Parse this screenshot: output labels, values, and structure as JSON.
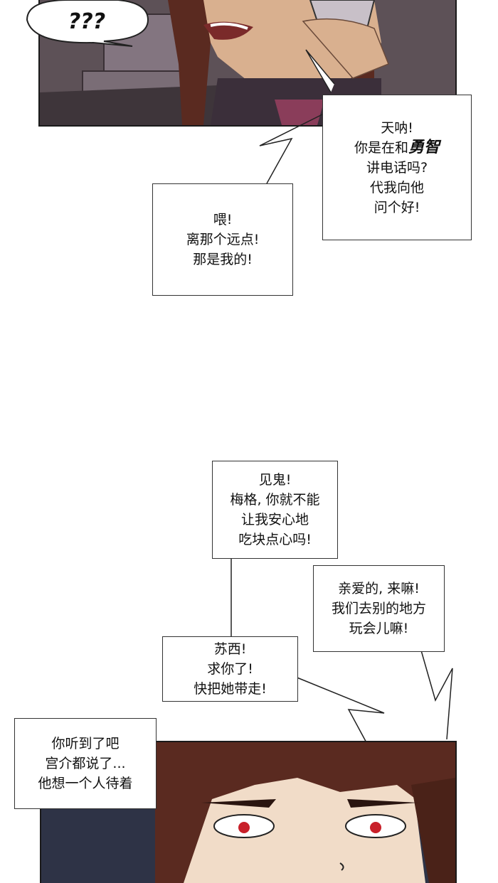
{
  "bubbles": {
    "question": "???",
    "tian_na_1": "天呐!\n你是在和",
    "tian_na_name": "勇智",
    "tian_na_2": "\n讲电话吗?\n代我向他\n问个好!",
    "wei": "喂!\n离那个远点!\n那是我的!",
    "jian_gui": "见鬼!\n梅格, 你就不能\n让我安心地\n吃块点心吗!",
    "qin_ai": "亲爱的, 来嘛!\n我们去别的地方\n玩会儿嘛!",
    "su_xi": "苏西!\n求你了!\n快把她带走!",
    "ni_ting": "你听到了吧\n宫介都说了...\n他想一个人待着"
  },
  "colors": {
    "panel_top_bg": "#6a5e66",
    "panel_bottom_bg": "#2e3346",
    "hair": "#5a2a20",
    "eye_red": "#c8202a"
  }
}
